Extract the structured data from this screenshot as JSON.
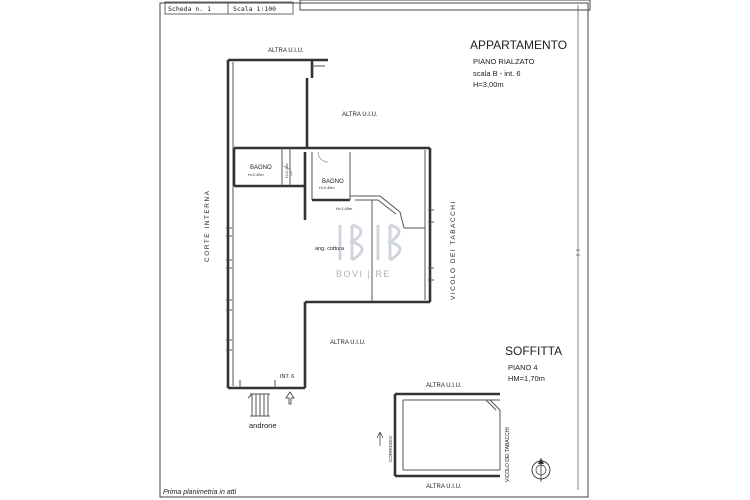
{
  "header": {
    "scheda": "Scheda n. 1",
    "scala": "Scala 1:100"
  },
  "apartment": {
    "title": "APPARTAMENTO",
    "floor": "PIANO RIALZATO",
    "stair": "scala B - int. 6",
    "height": "H=3,00m"
  },
  "attic": {
    "title": "SOFFITTA",
    "floor": "PIANO 4",
    "height": "HM=1,70m"
  },
  "labels": {
    "altra_top": "ALTRA U.I.U.",
    "altra_mid": "ALTRA U.I.U.",
    "altra_bottom": "ALTRA U.I.U.",
    "altra_attic_top": "ALTRA U.I.U.",
    "altra_attic_bottom": "ALTRA U.I.U.",
    "corte": "CORTE INTERNA",
    "vicolo": "VICOLO DEI TABACCHI",
    "vicolo_attic": "VICOLO DEI TABACCHI",
    "bagno1": "BAGNO",
    "bagno1_h": "H=2,40m",
    "bagno1_h2": "H=2,40m",
    "bagno2": "BAGNO",
    "bagno2_h": "H=2,40m",
    "hall_h": "H=2,40m",
    "cottura": "ang. cottura",
    "int": "INT. 6",
    "androne": "androne",
    "corridoio": "CORRIDOIO",
    "footer": "Prima planimetria in atti"
  },
  "watermark": {
    "brand": "BOVI | RE"
  },
  "icons": {
    "compass": "north-arrow-icon",
    "entrance": "entrance-arrow-icon"
  }
}
